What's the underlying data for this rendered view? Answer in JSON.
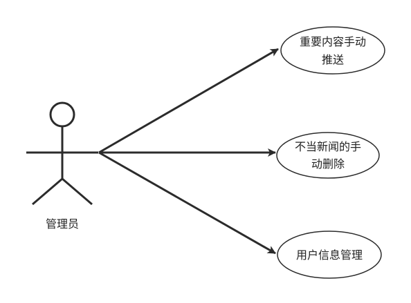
{
  "diagram": {
    "type": "use-case",
    "actor": {
      "name": "管理员"
    },
    "use_cases": [
      {
        "id": "uc1",
        "lines": [
          "重要内容手动",
          "推送"
        ]
      },
      {
        "id": "uc2",
        "lines": [
          "不当新闻的手",
          "动删除"
        ]
      },
      {
        "id": "uc3",
        "lines": [
          "用户信息管理"
        ]
      }
    ]
  },
  "colors": {
    "stroke": "#2b2b2b",
    "text": "#222222",
    "fill": "#ffffff"
  }
}
